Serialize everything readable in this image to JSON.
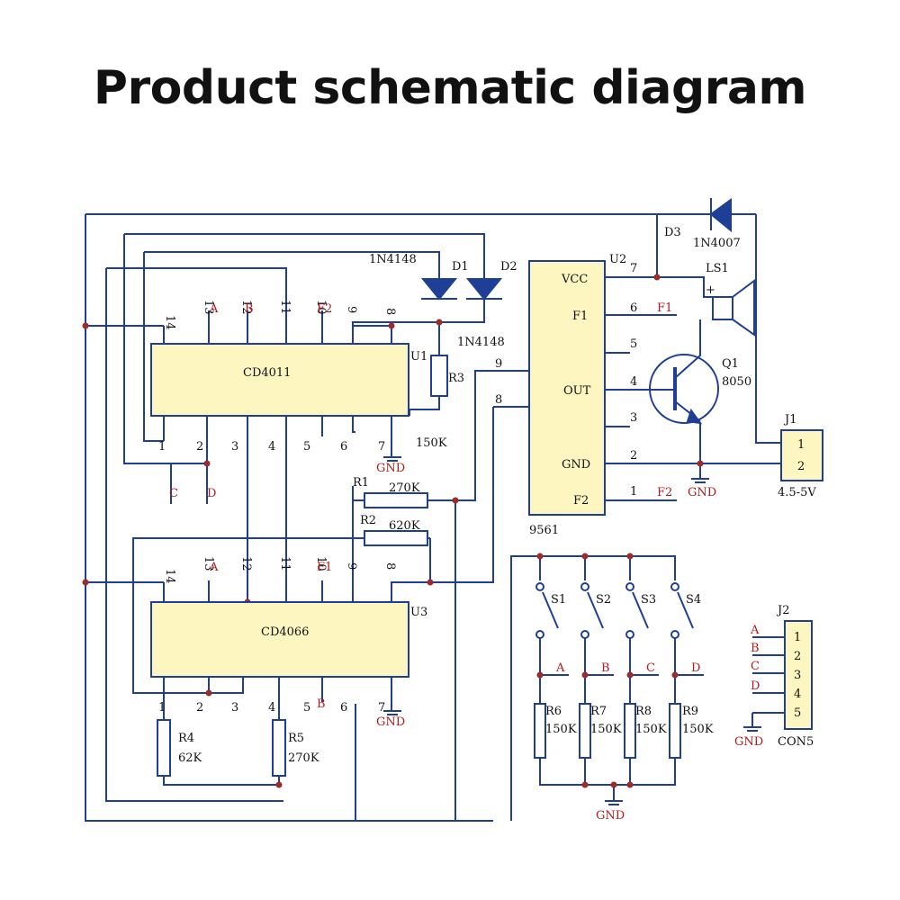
{
  "title": "Product schematic diagram",
  "chips": {
    "u1": {
      "name": "CD4011",
      "ref": "U1",
      "top_pins": [
        "14",
        "13",
        "12",
        "11",
        "10",
        "9",
        "8"
      ],
      "bottom_pins": [
        "1",
        "2",
        "3",
        "4",
        "5",
        "6",
        "7"
      ]
    },
    "u3": {
      "name": "CD4066",
      "ref": "U3",
      "top_pins": [
        "14",
        "13",
        "12",
        "11",
        "10",
        "9",
        "8"
      ],
      "bottom_pins": [
        "1",
        "2",
        "3",
        "4",
        "5",
        "6",
        "7"
      ]
    },
    "u2": {
      "name": "9561",
      "ref": "U2",
      "pins": [
        {
          "num": "7",
          "label": "VCC"
        },
        {
          "num": "6",
          "label": "F1"
        },
        {
          "num": "5",
          "label": ""
        },
        {
          "num": "4",
          "label": "OUT"
        },
        {
          "num": "3",
          "label": ""
        },
        {
          "num": "2",
          "label": "GND"
        },
        {
          "num": "1",
          "label": "F2"
        }
      ],
      "left_pins": [
        "9",
        "8"
      ]
    }
  },
  "diodes": {
    "d1": {
      "ref": "D1",
      "part": "1N4148"
    },
    "d2": {
      "ref": "D2",
      "part": "1N4148"
    },
    "d3": {
      "ref": "D3",
      "part": "1N4007"
    }
  },
  "resistors": {
    "r1": {
      "ref": "R1",
      "value": "270K"
    },
    "r2": {
      "ref": "R2",
      "value": "620K"
    },
    "r3": {
      "ref": "R3",
      "value": "150K"
    },
    "r4": {
      "ref": "R4",
      "value": "62K"
    },
    "r5": {
      "ref": "R5",
      "value": "270K"
    },
    "r6": {
      "ref": "R6",
      "value": "150K"
    },
    "r7": {
      "ref": "R7",
      "value": "150K"
    },
    "r8": {
      "ref": "R8",
      "value": "150K"
    },
    "r9": {
      "ref": "R9",
      "value": "150K"
    }
  },
  "switches": [
    "S1",
    "S2",
    "S3",
    "S4"
  ],
  "switch_nets": [
    "A",
    "B",
    "C",
    "D"
  ],
  "transistor": {
    "ref": "Q1",
    "part": "8050"
  },
  "speaker": {
    "ref": "LS1"
  },
  "j1": {
    "ref": "J1",
    "pins": [
      "1",
      "2"
    ],
    "voltage": "4.5-5V"
  },
  "j2": {
    "ref": "J2",
    "name": "CON5",
    "pins": [
      "1",
      "2",
      "3",
      "4",
      "5"
    ],
    "nets": [
      "A",
      "B",
      "C",
      "D"
    ]
  },
  "net_labels": {
    "a": "A",
    "b": "B",
    "c": "C",
    "d": "D",
    "f1": "F1",
    "f2": "F2",
    "gnd": "GND",
    "plus": "+"
  },
  "colors": {
    "wire": "#1f3f96",
    "chip_fill": "#fdf6c0",
    "net_label": "#b01c1c",
    "junction": "#9c2b2b"
  }
}
